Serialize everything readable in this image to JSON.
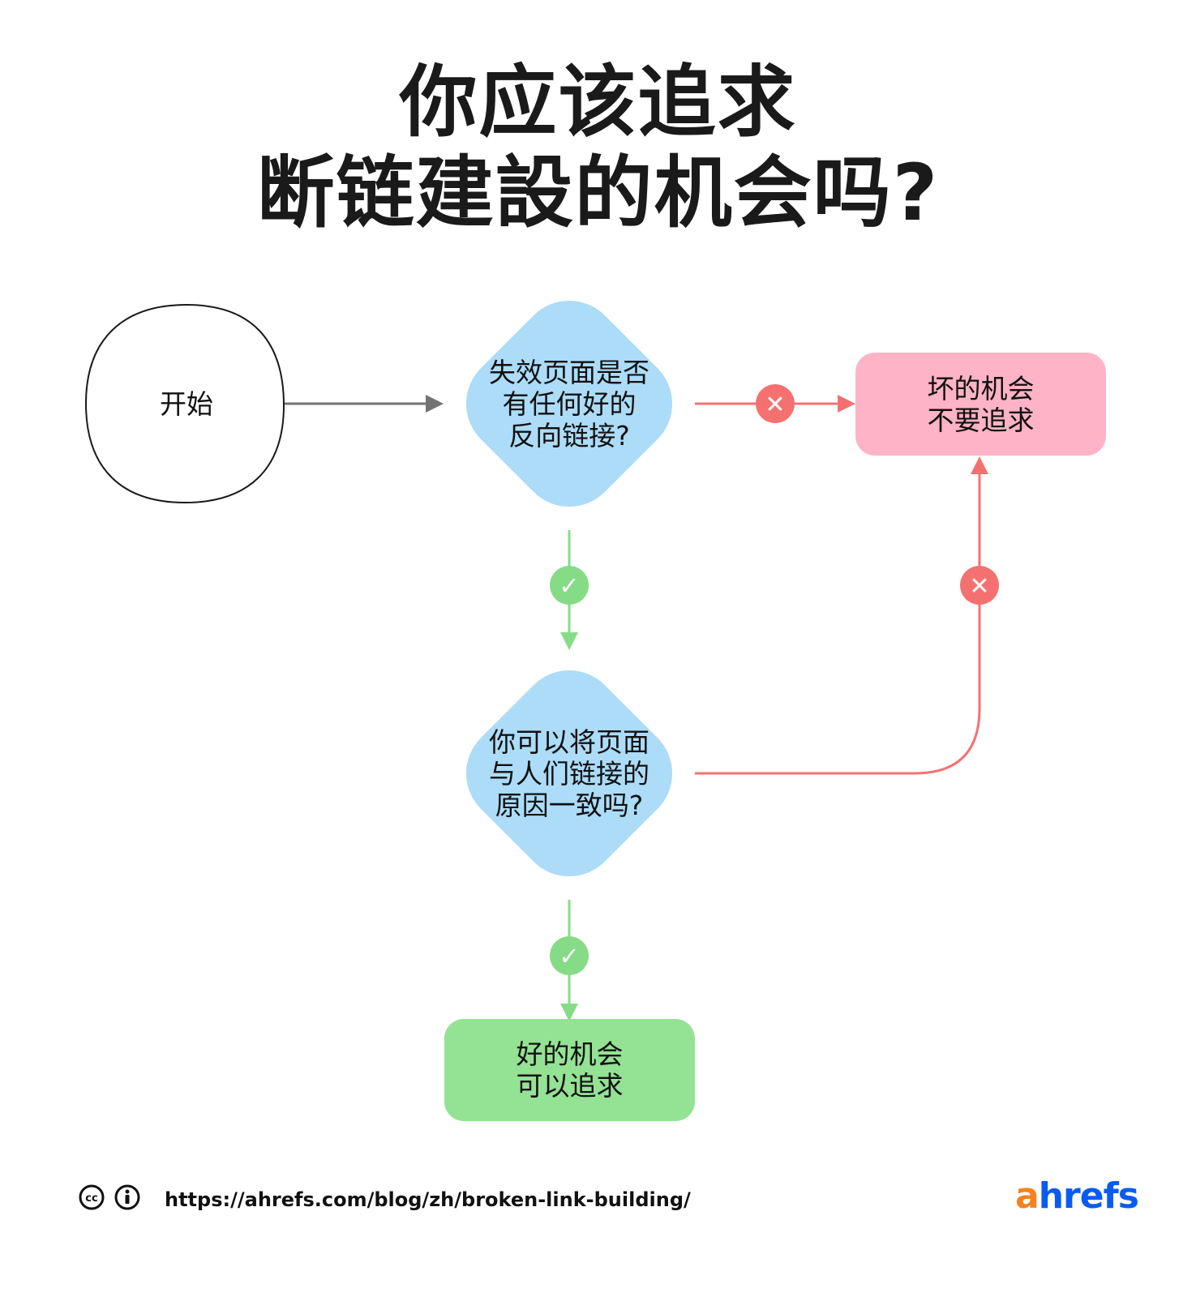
{
  "title": {
    "line1": "你应该追求",
    "line2": "断链建設的机会吗?"
  },
  "nodes": {
    "start": {
      "label": "开始"
    },
    "q1": {
      "line1": "失效页面是否",
      "line2": "有任何好的",
      "line3": "反向链接?"
    },
    "q2": {
      "line1": "你可以将页面",
      "line2": "与人们链接的",
      "line3": "原因一致吗?"
    },
    "bad": {
      "line1": "坏的机会",
      "line2": "不要追求"
    },
    "good": {
      "line1": "好的机会",
      "line2": "可以追求"
    }
  },
  "markers": {
    "yes_symbol": "✓",
    "no_symbol": "✕"
  },
  "colors": {
    "blue": "#acdcf8",
    "pink": "#ffb3c6",
    "green": "#94e294",
    "red": "#f57171",
    "green_line": "#86dc86",
    "gray_line": "#737373"
  },
  "footer": {
    "url": "https://ahrefs.com/blog/zh/broken-link-building/",
    "icons": [
      "creative-commons-icon",
      "attribution-icon"
    ],
    "logo_a": "a",
    "logo_rest": "hrefs"
  }
}
